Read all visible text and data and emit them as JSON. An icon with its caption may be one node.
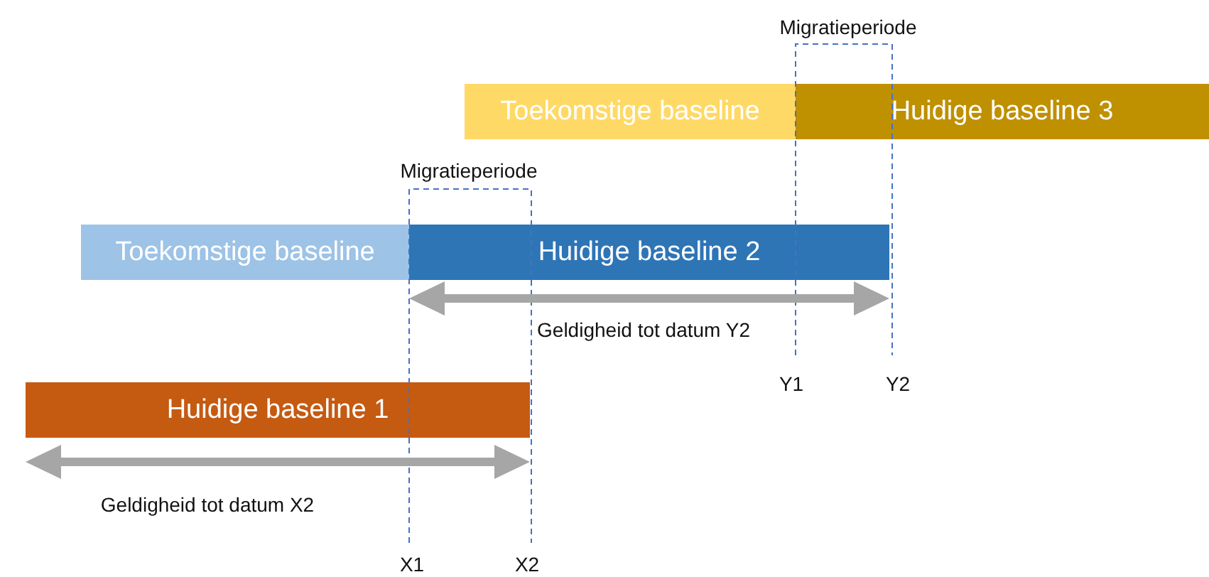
{
  "diagram": {
    "nodes": [
      {
        "text": [
          "Toekomstige baseline"
        ]
      },
      {
        "text": [
          "Huidige baseline 3"
        ]
      },
      {
        "text": [
          "Toekomstige baseline"
        ]
      },
      {
        "text": [
          "Huidige baseline 2"
        ]
      },
      {
        "text": [
          "Huidige baseline 1"
        ]
      }
    ],
    "labels": [
      "Migratieperiode",
      "Migratieperiode",
      "Geldigheid tot datum Y2",
      "Y1",
      "Y2",
      "Geldigheid tot datum X2",
      "X1",
      "X2"
    ]
  }
}
